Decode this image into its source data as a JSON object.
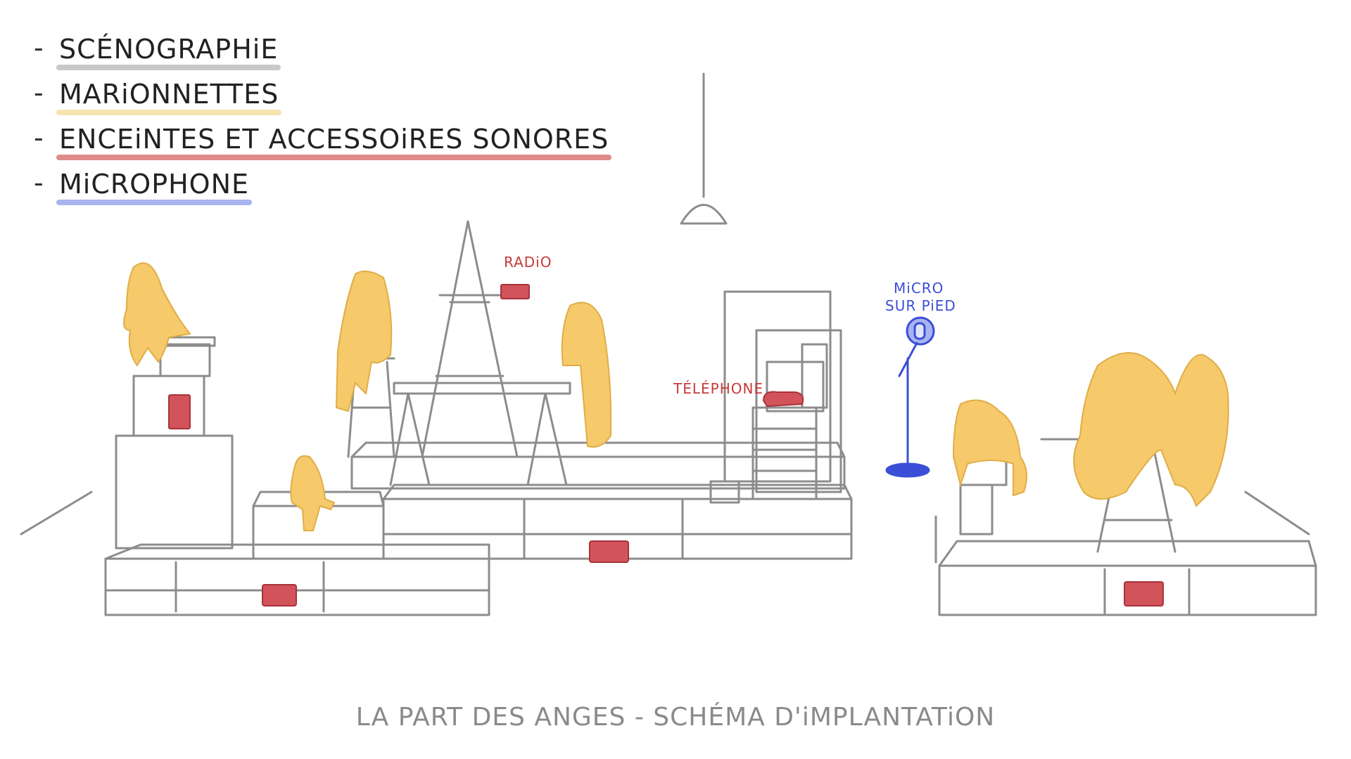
{
  "legend": {
    "dash": "-",
    "items": [
      {
        "label": "SCÉNOGRAPHiE",
        "color": "#c8c8c8"
      },
      {
        "label": "MARiONNETTES",
        "color": "#f7e3ae"
      },
      {
        "label": "ENCEiNTES ET ACCESSOiRES SONORES",
        "color": "#e08a8a"
      },
      {
        "label": "MiCROPHONE",
        "color": "#a9b3ef"
      }
    ]
  },
  "scene": {
    "labels": {
      "radio": "RADiO",
      "telephone": "TÉLÉPHONE",
      "micro_line1": "MiCRO",
      "micro_line2": "SUR PiED"
    }
  },
  "colors": {
    "set": "#8c8c8c",
    "puppet": "#f6c96a",
    "speaker": "#d2545a",
    "microphone": "#3b4fd6",
    "speaker_label": "#c83a3a",
    "micro_label": "#3b4fd6"
  },
  "footer": {
    "title": "LA PART DES ANGES - SCHÉMA D'iMPLANTATiON"
  }
}
